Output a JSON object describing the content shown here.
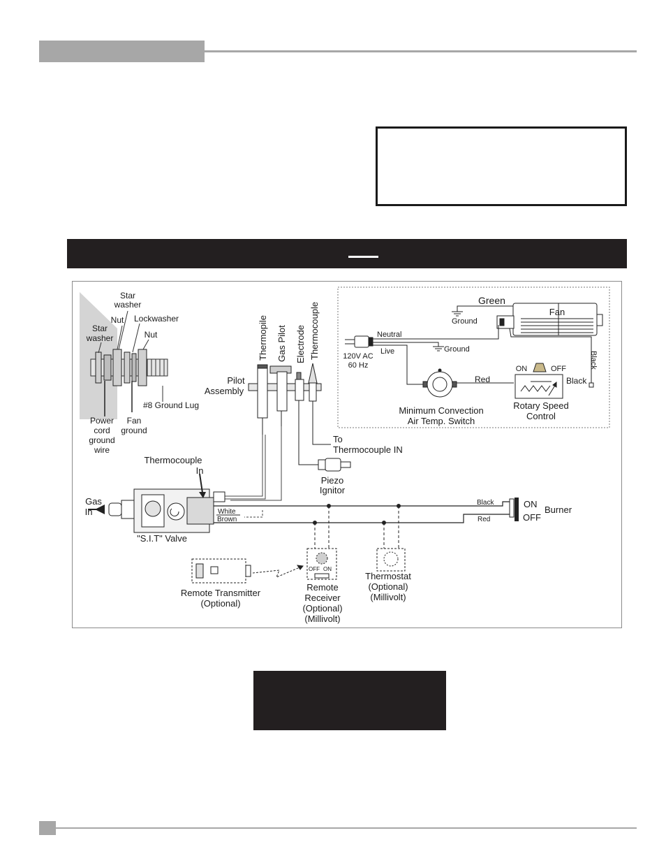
{
  "labels": {
    "star_washer_top_1": "Star",
    "star_washer_top_2": "washer",
    "star_washer_left_1": "Star",
    "star_washer_left_2": "washer",
    "nut_1": "Nut",
    "lockwasher": "Lockwasher",
    "nut_2": "Nut",
    "ground_lug": "#8 Ground Lug",
    "power_cord_1": "Power",
    "power_cord_2": "cord",
    "power_cord_3": "ground",
    "power_cord_4": "wire",
    "fan_ground_1": "Fan",
    "fan_ground_2": "ground",
    "thermopile": "Thermopile",
    "gas_pilot": "Gas Pilot",
    "electrode": "Electrode",
    "thermocouple": "Thermocouple",
    "pilot_assembly_1": "Pilot",
    "pilot_assembly_2": "Assembly",
    "to_thermocouple_1": "To",
    "to_thermocouple_2": "Thermocouple IN",
    "piezo_1": "Piezo",
    "piezo_2": "Ignitor",
    "thermocouple_in_1": "Thermocouple",
    "thermocouple_in_2": "In",
    "gas_in_1": "Gas",
    "gas_in_2": "In",
    "sit_valve": "\"S.I.T\" Valve",
    "white": "White",
    "brown": "Brown",
    "black_burner": "Black",
    "red_burner": "Red",
    "on": "ON",
    "off": "OFF",
    "burner": "Burner",
    "remote_transmitter_1": "Remote Transmitter",
    "remote_transmitter_2": "(Optional)",
    "remote_receiver_1": "Remote",
    "remote_receiver_2": "Receiver",
    "remote_receiver_3": "(Optional)",
    "remote_receiver_4": "(Millivolt)",
    "receiver_off": "OFF",
    "receiver_on": "ON",
    "thermostat_1": "Thermostat",
    "thermostat_2": "(Optional)",
    "thermostat_3": "(Millivolt)",
    "green": "Green",
    "ground_1": "Ground",
    "fan": "Fan",
    "neutral": "Neutral",
    "ground_2": "Ground",
    "live": "Live",
    "power_1": "120V AC",
    "power_2": "60 Hz",
    "black_fan": "Black",
    "red_fan": "Red",
    "switch_on": "ON",
    "switch_off": "OFF",
    "black_control": "Black",
    "min_conv_1": "Minimum Convection",
    "min_conv_2": "Air Temp. Switch",
    "rotary_1": "Rotary Speed",
    "rotary_2": "Control"
  },
  "colors": {
    "header_gray": "#a7a7a7",
    "dark_bar": "#231f20",
    "line": "#1a1a1a"
  }
}
